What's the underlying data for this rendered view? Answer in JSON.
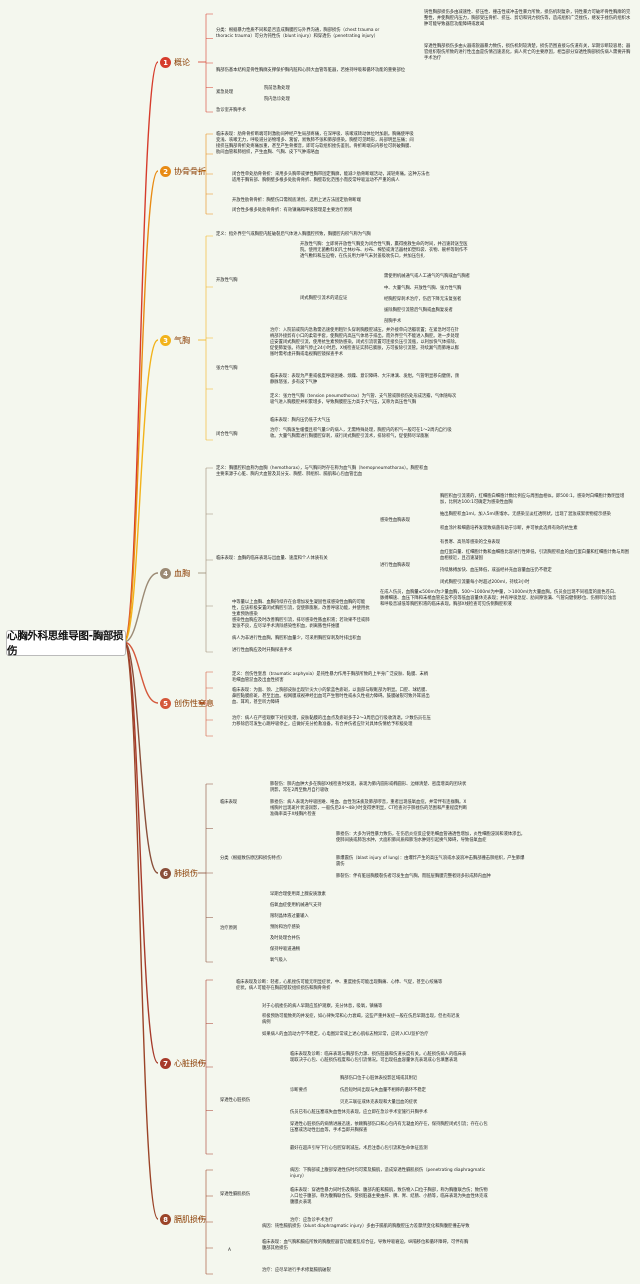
{
  "title": "心胸外科思维导图-胸部损伤",
  "branches": [
    {
      "num": "1",
      "label": "概论"
    },
    {
      "num": "2",
      "label": "协骨骨折"
    },
    {
      "num": "3",
      "label": "气胸"
    },
    {
      "num": "4",
      "label": "血胸"
    },
    {
      "num": "5",
      "label": "创伤性窒息"
    },
    {
      "num": "6",
      "label": "肺损伤"
    },
    {
      "num": "7",
      "label": "心脏损伤"
    },
    {
      "num": "8",
      "label": "膈肌损伤"
    }
  ],
  "nodes": {
    "n1a": "分类：根据暴力性质不同和是否造成胸膜腔与外界沟通，胸部损伤（chest trauma or thoracic trauma）可分为钝性伤（blunt injury）和穿透伤（penetrating injury）",
    "n1b": "钝性胸部损伤多由减速性、挤压性、撞击性或冲击性暴力所致，损伤机制复杂，钝性暴力可破坏骨性胸廓的完整性，并使胸腔内压力，胸部受压骨折、挤压、剪切和钝力损伤等，造成组织广泛挫伤，继发于挫伤的组织水肿可能导致器官功能障碍或衰竭",
    "n1c": "穿透性胸部损伤多由火器或锐器暴力致伤，损伤机制较清楚，损伤范围直接与伤道有关，早期诊断较容易；器官组织裂伤所致的进行性出血是伤情迅速恶化，病人死亡的主要原因，相当部分穿透性胸部损伤病人需要开胸手术治疗",
    "n1d": "胸部伤基本结构是骨性胸廓支撑保护胸内脏和心肺大血管等脏器，若维持呼吸和循环功能的重要部位",
    "n1e": "紧急处理",
    "n1e1": "院前急救处理",
    "n1e2": "院内急诊处理",
    "n1f": "急诊室开胸手术",
    "n2a": "临床表现：肋骨骨折断端可刺激肋间神经产生局部疼痛，在深呼吸、咳嗽或转动体位时加剧。胸痛使呼吸变浅、咳嗽无力，呼吸道分泌物增多、潴留，易致肺不张和肺部感染。胸壁可见畸形，局部明显压痛；间接挤压胸部骨折处疼痛加重，甚至产生骨擦音，即可与软组织挫伤鉴别。骨折断端向内移位可刺破胸膜、肋间血管和肺组织，产生血胸、气胸、皮下气肿或咯血",
    "n2b": "闭合性单处肋骨骨折：采用多头胸带或弹性胸带固定胸廓，能减少肋骨断端活动，减轻疼痛。这种方法也适用于胸背部、胸侧壁多根多处肋骨骨折、胸壁软化范围小而反常呼吸运动不严重的病人",
    "n2c": "开放性肋骨骨折：胸壁伤口需彻底清创，选用上述方法固定肋骨断端",
    "n2d": "闭合性多根多处肋骨骨折：有效镇痛和呼吸管理是主要治疗原则",
    "n3a": "定义：指外界空气或胸腔内脏破裂后气体进入胸膜腔所致，胸膜腔内积气称为气胸",
    "n3b": "开放性气胸",
    "n3b1": "开放性气胸：立即将开放性气胸变为闭合性气胸，赢得挽救生命的时间，并迅速转送至医院。使用无菌敷料如凡士林纱布、纱布、棉垫或清洁器材如塑料袋、衣物、碗杯等制作不透气敷料和压迫物，在伤员用力呼气末封盖吸吮伤口，并加压包扎",
    "n3b2": "闭式胸腔引流术的适应证",
    "n3b3": "需使用机械通气或人工通气的气胸或血气胸者",
    "n3b4": "中、大量气胸、开放性气胸、张力性气胸",
    "n3b5": "经胸腔穿刺术治疗，伤后下降无法复张者",
    "n3b6": "拔除胸腔引流管后气胸或血胸复发者",
    "n3b7": "剖胸手术",
    "n3c": "张力性气胸",
    "n3c1": "治疗：入院前或院内急救需迅速使用粗针头穿刺胸膜腔减压，并外接单向活瓣装置；在紧急时可在针柄部外接剪有小口的柔软手套，使胸腔内高压气体易于排出，而外界空气不能进入胸腔。进一步处理应安置闭式胸腔引流，使用抗生素预防感染。闭式引流装置可连接负压引流瓶，以利加快气体排除，促使肺复张。待漏气停止24小时后，X线检查证实肺已膨胀，方可拔除引流管。持续漏气而肺难以膨胀时需考虑开胸或电视胸腔镜探查手术",
    "n3c2": "临床表现：表现为严重或极度呼吸困难、烦躁、意识障碍、大汗淋漓、发绀。气管明显移向健侧，颈静脉怒张，多有皮下气肿",
    "n3c3": "定义：张力性气胸（tension pneumothorax）为气管、支气管或肺损伤处形成活瓣，气体随每次吸气进入胸膜腔并积累增多，导致胸膜腔压力高于大气压，又称为高压性气胸",
    "n3d": "闭合性气胸",
    "n3d1": "临床表现：胸内压仍低于大气压",
    "n3d2": "治疗：气胸发生缓慢且积气量少的病人，无需特殊处理，胸腔内的积气一般可在1～2周内自行吸收。大量气胸需进行胸膜腔穿刺，或行闭式胸腔引流术，排除积气，促使肺尽早膨胀",
    "n4a": "定义：胸膜腔积血称为血胸（hemothorax），与气胸同时存在称为血气胸（hemopneumothorax）。胸腔积血主要来源于心脏、胸内大血管及其分支、胸壁、肺组织、膈肌和心包血管出血",
    "n4b": "临床表现：血胸的临床表现与出血量、速度和个人体质有关",
    "n4b1": "感染性血胸表现",
    "n4b1a": "胸腔积血引流液的，红细胞白细胞计数比例应与周围血相似，即500:1，感染时白细胞计数明显增加，比例达100:1可确定为感染性血胸",
    "n4b1b": "抽出胸腔积血1ml，加入5ml蒸馏水，无感染呈淡红透明状，出现了混浊或絮状物提示感染",
    "n4b1c": "积血涂片和细菌培养发现致病菌有助于诊断，并可依此选择有效的抗生素",
    "n4b1d": "有畏寒、高热等感染的全身表现",
    "n4b2": "进行性血胸表现",
    "n4b2a": "血红蛋白量、红细胞计数和血细胞比容进行性降低，引流胸腔积血的血红蛋白量和红细胞计数与周围血相接近，且迅速凝固",
    "n4b2b": "持续脉搏加快、血压降低，或虽经补充血容量血压仍不稳定",
    "n4b2c": "闭式胸腔引流量每小时超过200ml，持续3小时",
    "n4b3": "在成人伤员，血胸量≤500ml为少量血胸，500～1000ml为中量，＞1000ml为大量血胸。伤员会出现不同程度的面色苍白、脉搏细速、血压下降和末梢血管充盈不良等低血容量休克表现；并有呼吸急促、肋间隙饱满、气管向健侧移位、伤侧叩诊浊音和呼吸音减低等胸腔积液的临床表现。胸部X线检查可见伤侧胸腔积液",
    "n4c": "中等量以上血胸、血胸持续存在会增加发生凝固性或感染性血胸的可能性，应该积极安置闭式胸腔引流，促使肺膨胀，改善呼吸功能，并使用抗生素预防感染",
    "n4d": "感染性血胸应及时改善胸腔引流，排尽感染性脓血积液；若效果不佳或肺复张不良，应尽早手术清除感染性积血，剥离脓性纤维膜",
    "n4e": "病人为非进行性血胸，胸腔积血量少，可采用胸腔穿刺及时排出积血",
    "n4f": "进行性血胸应及时开胸探查手术",
    "n5a": "定义：创伤性窒息（traumatic asphyxia）是钝性暴力作用于胸部所致的上半身广泛皮肤、黏膜、末梢毛细血管淤血及出血性损害",
    "n5b": "临床表现：为面、颈、上胸部皮肤出现针尖大小的紫蓝色瘀斑，以面部与眼眶部为明显。口腔、球结膜、鼻腔黏膜瘀斑，甚至出血。视网膜或视神经出血可产生暂时性或永久性视力障碍。鼓膜破裂可致外耳道出血、耳鸣，甚至听力障碍",
    "n5c": "治疗：病人在严密观察下对症处理，皮肤黏膜的出血点及瘀斑多于2～3周后自行吸收消退。少数伤员在压力移除后可发生心跳呼吸停止，应做好充分抢救准备。有合并伤者应针对具体伤情给予积极处理",
    "n6a": "临床表现",
    "n6a1": "肺裂伤：肺内血肿大多在胸部X线检查时发现，表现为肺内圆形或椭圆形、边缘清楚、密度增高的团块状阴影，常在2周至数月自行吸收",
    "n6a2": "肺挫伤：病人表现为呼吸困难、咯血、血性泡沫痰及肺部啰音，重者出现低氧血症。并常伴有连枷胸。X线胸片出现斑片状浸润影，一般伤后24～48小时变得更明显，CT检查对于肺挫伤的范围和严重程度判断准确率高于X线胸片检查",
    "n6b": "分类（根据致伤原因和损伤特点）",
    "n6b1": "肺挫伤：大多为钝性暴力致伤，在伤后炎症反应使毛细血管通透性增加，炎性细胞浸润和液体渗出，使肺间质或肺泡水肿，大面积肺间质和肺泡水肿则引起换气障碍，导致低氧血症",
    "n6b2": "肺爆震伤（blast injury of lung）：由爆炸产生的高压气浪或水波浪冲击胸部撞击肺组织，产生肺爆震伤",
    "n6b3": "肺裂伤：伴有脏层胸膜裂伤者可发生血气胸，而脏层胸膜完整者则多形成肺内血肿",
    "n6c": "治疗原则",
    "n6c1": "早期合理使用肾上腺皮质激素",
    "n6c2": "低氧血症使用机械通气支持",
    "n6c3": "限制晶体液过量输入",
    "n6c4": "预防和治疗感染",
    "n6c5": "及时处理合并伤",
    "n6c6": "保持呼吸道通畅",
    "n6c7": "氧气吸入",
    "n7a": "临床表现及诊断：轻者，心肌挫伤可能无明显症状，中、重度挫伤可能出现胸痛、心悸、气促，甚至心绞痛等症状。病人可能存在胸前壁软组织损伤和胸骨骨折",
    "n7b": "对于心肌挫伤的病人早期应监护观察，充分休息，吸氧，镇痛等",
    "n7c": "积极预防可能致死的并发症，如心律失常和心力衰竭，这些严重并发症一般在伤后早期出现，但也有迟发病例",
    "n7d": "如果病人的血流动力学不稳定，心电图异常或上述心肌标志物异常，应转入ICU监护治疗",
    "n7e": "穿透性心脏损伤",
    "n7e1": "临床表现及诊断：临床表现与胸部伤力源、损伤脏器和伤道长度有关。心脏损伤病人的临床表现取决于心包、心脏损伤程度和心包引流情况。可出现低血容量休克表现或心包填塞表现",
    "n7e2": "诊断要点",
    "n7e2a": "胸部伤口位于心脏体表投影区域或其附近",
    "n7e2b": "伤后短时间出现与失血量不相称的循环不稳定",
    "n7e2c": "贝克三联征或休克表现和大量出血的症状",
    "n7e3": "伤员已有心脏压塞或失血性休克表现，应立即在急诊手术室施行开胸手术",
    "n7e4": "穿透性心脏损伤的病情进展迅速，依赖胸部伤口和心包内有无凝血的存在，保持胸腔闭式引流；存在心包压塞或活动性出血等，手术当即开胸探查",
    "n7e5": "最好在超声引导下行心包腔穿刺减压，术后注意心包引流和生命体征监测",
    "n8a": "穿透性膈肌损伤",
    "n8a1": "病因：下胸部或上腹部穿透性伤时均可累及膈肌，造成穿透性膈肌损伤（penetrating diaphragmatic injury）",
    "n8a2": "临床表现：穿透性暴力同时伤及胸部、腹部内脏和膈肌，致伤物入口位于胸部，称为胸腹联合伤；致伤物入口位于腹部，称为腹胸联合伤。受损脏器主要由肝、脾、胃、结肠、小肠等，临床表现为失血性休克或腹膜炎表现",
    "n8a3": "治疗：应急诊手术治疗",
    "n8b": "A",
    "n8b1": "病因：钝性膈肌损伤（blunt diaphragmatic injury）多由于膈肌的胸腹腔压力差骤然变化和胸腹腔撞击导致",
    "n8b2": "临床表现：血气胸和膈疝所致的胸腹腔器官功能紊乱综合征，导致呼吸窘迫，纵隔移位和循环障碍，可伴有胸腹部其他损伤",
    "n8b3": "治疗：应尽早进行手术修复膈肌破裂"
  }
}
